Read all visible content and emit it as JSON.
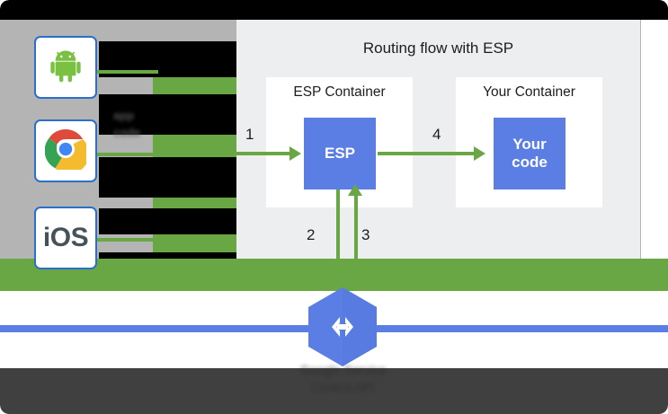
{
  "diagram": {
    "title": "Routing flow with ESP",
    "containers": [
      {
        "id": "esp-container",
        "label": "ESP Container",
        "box_label": "ESP"
      },
      {
        "id": "your-container",
        "label": "Your Container",
        "box_label": "Your\ncode"
      }
    ],
    "steps": [
      {
        "number": "1",
        "from": "clients",
        "to": "esp",
        "direction": "right"
      },
      {
        "number": "2",
        "from": "esp",
        "to": "service-control",
        "direction": "down"
      },
      {
        "number": "3",
        "from": "service-control",
        "to": "esp",
        "direction": "up"
      },
      {
        "number": "4",
        "from": "esp",
        "to": "your-code",
        "direction": "right"
      }
    ],
    "clients": [
      {
        "id": "android-client",
        "icon": "android-icon",
        "label": "Android"
      },
      {
        "id": "chrome-client",
        "icon": "chrome-icon",
        "label": "Chrome"
      },
      {
        "id": "ios-client",
        "icon": "ios-icon",
        "label": "iOS"
      }
    ],
    "service": {
      "icon": "cloud-endpoints-hexagon-icon",
      "caption": "Google Service\nControl API"
    },
    "obscured_label": "app\ncode",
    "colors": {
      "accent_green": "#69a744",
      "accent_blue": "#5b7ee5",
      "panel_bg": "#eceef0",
      "card_bg": "#ffffff",
      "page_gray": "#b4b4b4",
      "bottom_dark": "#404040",
      "icon_border": "#2a6fc9"
    }
  }
}
